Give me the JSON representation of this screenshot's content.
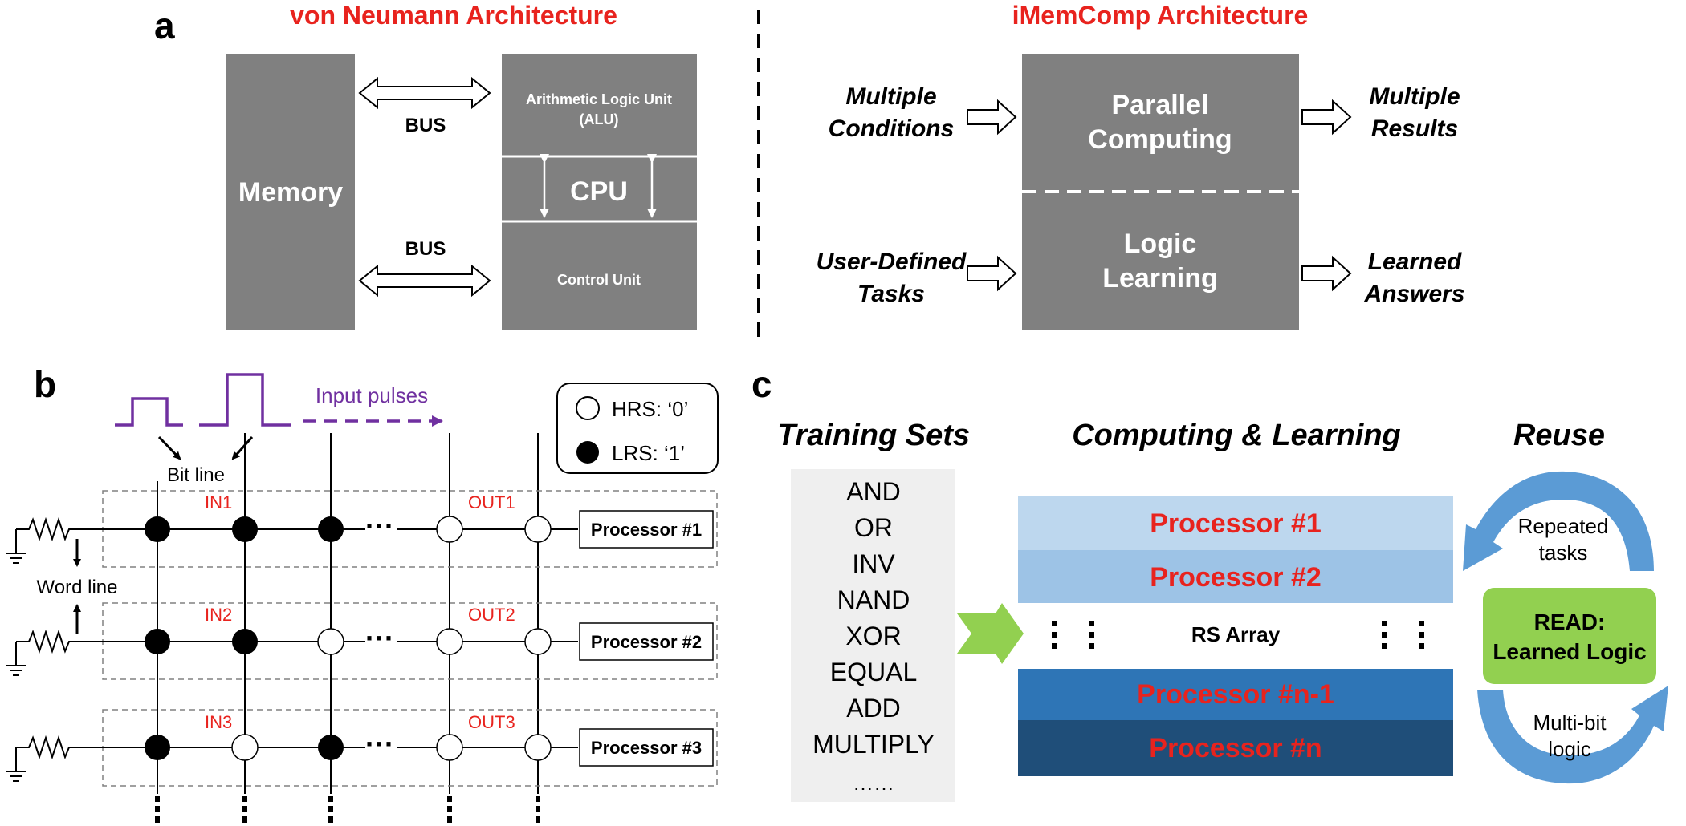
{
  "colors": {
    "accent_red": "#e8231e",
    "gray_block": "#808080",
    "pulse_purple": "#7030a0",
    "train_bg": "#efefef",
    "proc1": "#bdd7ee",
    "proc2": "#9dc3e6",
    "procn1": "#2e75b6",
    "procn": "#1f4e79",
    "green": "#92d050",
    "reuse_arrow": "#5b9bd5"
  },
  "panel_a": {
    "label": "a",
    "von_neumann": {
      "title": "von Neumann Architecture",
      "memory": "Memory",
      "bus_top": "BUS",
      "bus_bottom": "BUS",
      "alu_line1": "Arithmetic Logic Unit",
      "alu_line2": "(ALU)",
      "cpu": "CPU",
      "control_unit": "Control Unit"
    },
    "imemcomp": {
      "title": "iMemComp Architecture",
      "in1_line1": "Multiple",
      "in1_line2": "Conditions",
      "in2_line1": "User-Defined",
      "in2_line2": "Tasks",
      "box1_line1": "Parallel",
      "box1_line2": "Computing",
      "box2_line1": "Logic",
      "box2_line2": "Learning",
      "out1_line1": "Multiple",
      "out1_line2": "Results",
      "out2_line1": "Learned",
      "out2_line2": "Answers"
    }
  },
  "panel_b": {
    "label": "b",
    "input_pulses": "Input pulses",
    "bit_line": "Bit line",
    "word_line": "Word line",
    "legend_hrs": "HRS: ‘0’",
    "legend_lrs": "LRS: ‘1’",
    "ellipsis": "···",
    "rows": [
      {
        "in": "IN1",
        "out": "OUT1",
        "processor": "Processor #1"
      },
      {
        "in": "IN2",
        "out": "OUT2",
        "processor": "Processor #2"
      },
      {
        "in": "IN3",
        "out": "OUT3",
        "processor": "Processor #3"
      }
    ]
  },
  "panel_c": {
    "label": "c",
    "training_header": "Training Sets",
    "computing_header": "Computing & Learning",
    "reuse_header": "Reuse",
    "training_items": [
      "AND",
      "OR",
      "INV",
      "NAND",
      "XOR",
      "EQUAL",
      "ADD",
      "MULTIPLY",
      "……"
    ],
    "proc1": "Processor #1",
    "proc2": "Processor #2",
    "rs_array": "RS Array",
    "procn1": "Processor #n-1",
    "procn": "Processor #n",
    "read_line1": "READ:",
    "read_line2": "Learned Logic",
    "repeated_line1": "Repeated",
    "repeated_line2": "tasks",
    "multibit_line1": "Multi-bit",
    "multibit_line2": "logic"
  }
}
